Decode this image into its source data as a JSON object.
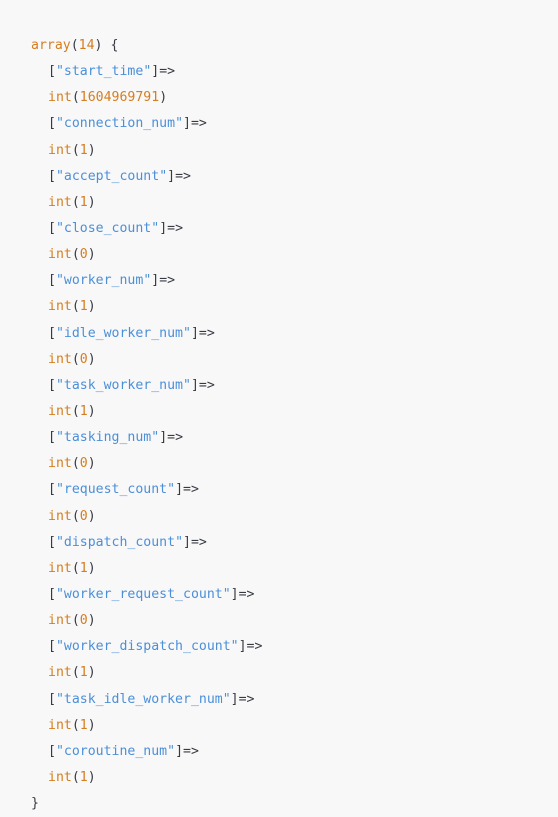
{
  "colors": {
    "background": "#f8f8f8",
    "keyword": "#d47e1f",
    "string": "#4b8fd9",
    "punctuation": "#383a42"
  },
  "header": {
    "keyword": "array",
    "open_paren": "(",
    "count": "14",
    "close_paren": ")",
    "brace": " {"
  },
  "entries": [
    {
      "key": "start_time",
      "type": "int",
      "value": "1604969791"
    },
    {
      "key": "connection_num",
      "type": "int",
      "value": "1"
    },
    {
      "key": "accept_count",
      "type": "int",
      "value": "1"
    },
    {
      "key": "close_count",
      "type": "int",
      "value": "0"
    },
    {
      "key": "worker_num",
      "type": "int",
      "value": "1"
    },
    {
      "key": "idle_worker_num",
      "type": "int",
      "value": "0"
    },
    {
      "key": "task_worker_num",
      "type": "int",
      "value": "1"
    },
    {
      "key": "tasking_num",
      "type": "int",
      "value": "0"
    },
    {
      "key": "request_count",
      "type": "int",
      "value": "0"
    },
    {
      "key": "dispatch_count",
      "type": "int",
      "value": "1"
    },
    {
      "key": "worker_request_count",
      "type": "int",
      "value": "0"
    },
    {
      "key": "worker_dispatch_count",
      "type": "int",
      "value": "1"
    },
    {
      "key": "task_idle_worker_num",
      "type": "int",
      "value": "1"
    },
    {
      "key": "coroutine_num",
      "type": "int",
      "value": "1"
    }
  ],
  "footer": {
    "brace": "}"
  },
  "syntax": {
    "bracket_open": "[",
    "quote": "\"",
    "bracket_close_arrow": "]=>",
    "paren_open": "(",
    "paren_close": ")"
  }
}
